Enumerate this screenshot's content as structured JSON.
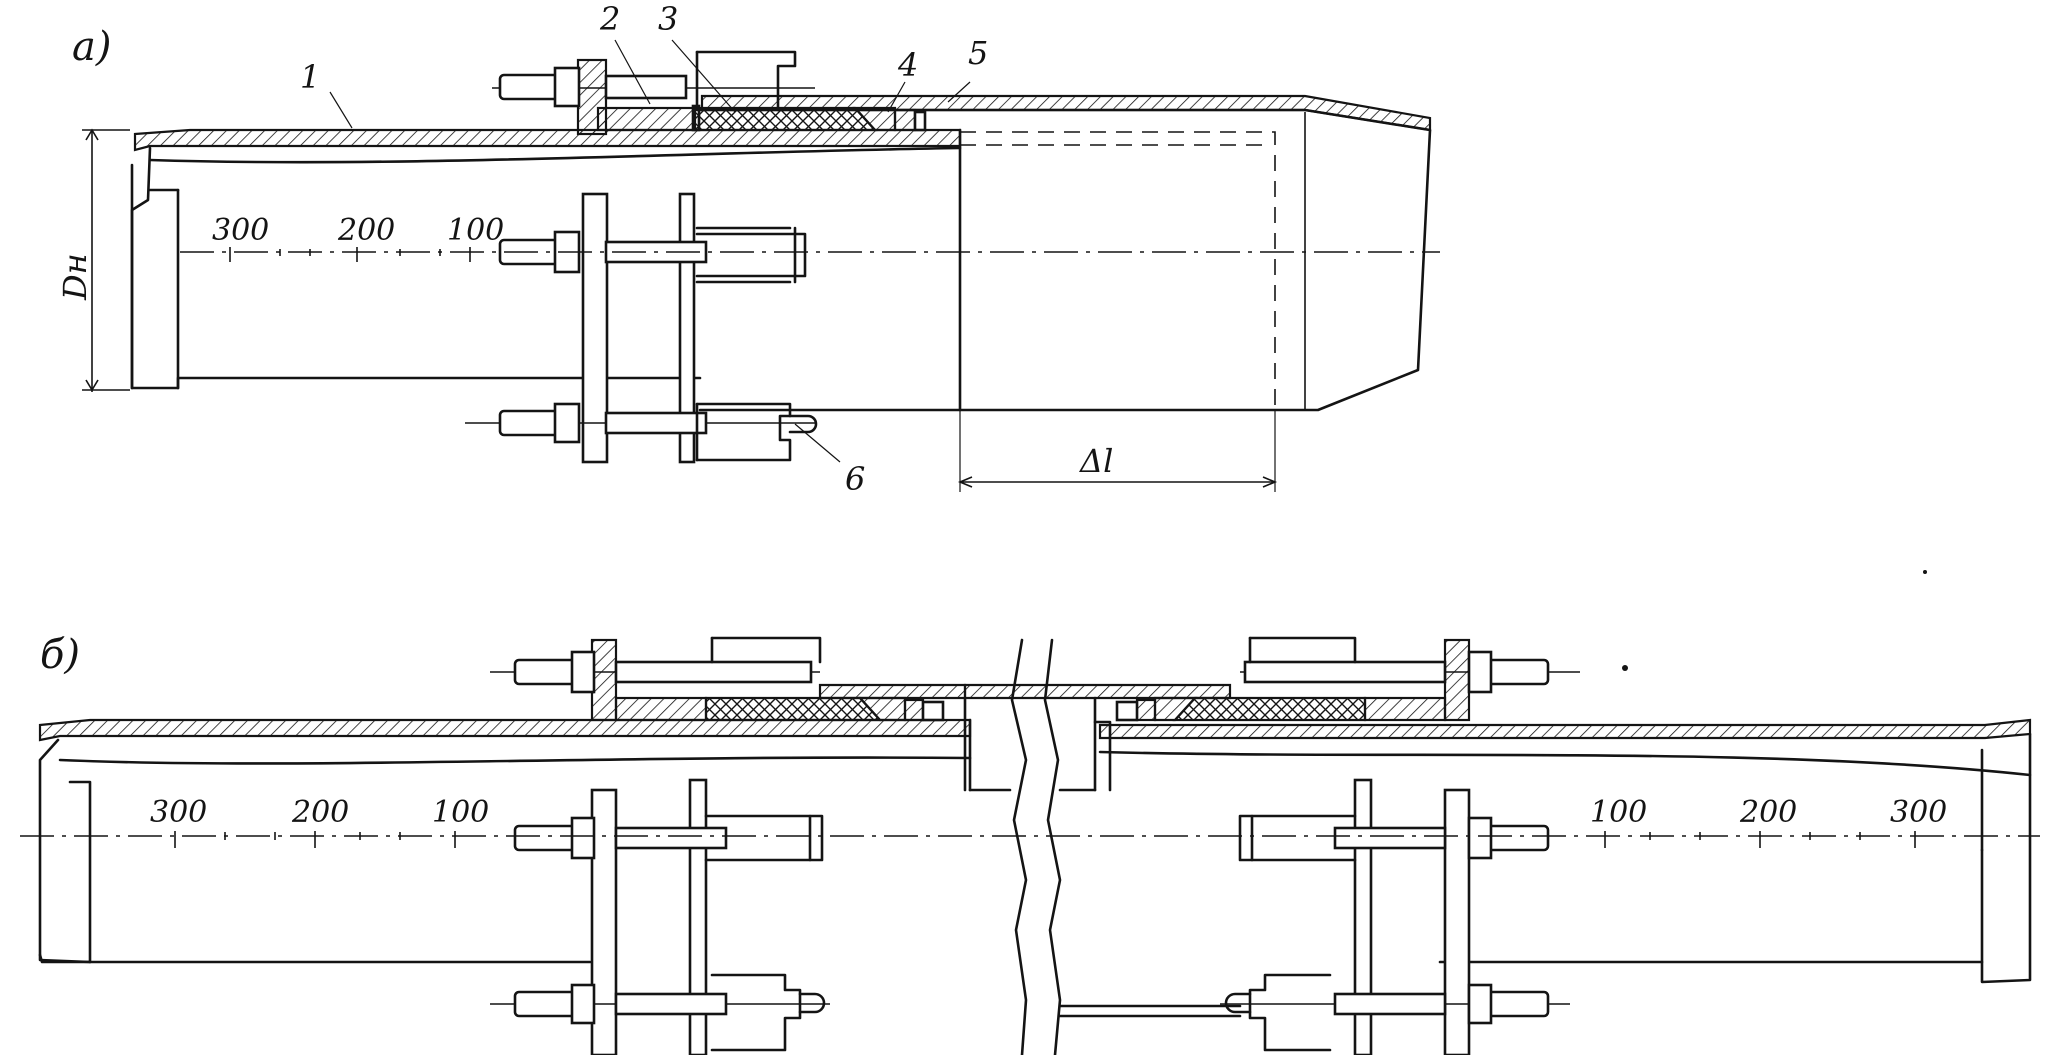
{
  "figure_a": {
    "label": "а)",
    "parts": [
      "1",
      "2",
      "3",
      "4",
      "5",
      "6"
    ],
    "scale": [
      "300",
      "200",
      "100"
    ],
    "diameter_label": "Dн",
    "elongation_label": "Δl"
  },
  "figure_b": {
    "label": "б)",
    "scale_left": [
      "300",
      "200",
      "100"
    ],
    "scale_right": [
      "100",
      "200",
      "300"
    ]
  }
}
